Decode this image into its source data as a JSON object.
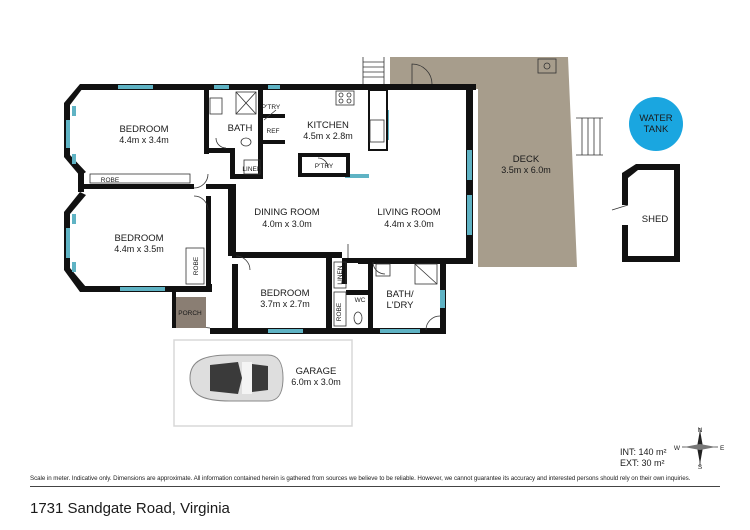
{
  "rooms": {
    "bedroom1": {
      "name": "BEDROOM",
      "dims": "4.4m x 3.4m"
    },
    "bedroom2": {
      "name": "BEDROOM",
      "dims": "4.4m x 3.5m"
    },
    "bedroom3": {
      "name": "BEDROOM",
      "dims": "3.7m x 2.7m"
    },
    "bath": {
      "name": "BATH"
    },
    "kitchen": {
      "name": "KITCHEN",
      "dims": "4.5m x 2.8m"
    },
    "dining": {
      "name": "DINING ROOM",
      "dims": "4.0m x 3.0m"
    },
    "living": {
      "name": "LIVING ROOM",
      "dims": "4.4m x 3.0m"
    },
    "deck": {
      "name": "DECK",
      "dims": "3.5m x 6.0m"
    },
    "garage": {
      "name": "GARAGE",
      "dims": "6.0m x 3.0m"
    },
    "bath_laundry": {
      "name_line1": "BATH/",
      "name_line2": "L'DRY"
    },
    "shed": {
      "name": "SHED"
    },
    "water_tank": {
      "line1": "WATER",
      "line2": "TANK"
    }
  },
  "small_labels": {
    "robe1": "ROBE",
    "robe2": "ROBE",
    "robe3": "ROBE",
    "pantry1": "P'TRY",
    "pantry2": "P'TRY",
    "ref": "REF",
    "linen1": "LINEN",
    "linen2": "LINEN",
    "wc": "WC",
    "porch": "PORCH"
  },
  "compass": {
    "n": "N",
    "s": "S",
    "e": "E",
    "w": "W"
  },
  "footer": {
    "int_area": "INT: 140 m²",
    "ext_area": "EXT: 30 m²",
    "disclaimer": "Scale in meter. Indicative only. Dimensions are approximate. All information contained herein is gathered from sources we believe to be reliable. However, we cannot guarantee its accuracy and interested persons should rely on their own inquiries.",
    "address": "1731 Sandgate Road, Virginia"
  },
  "colors": {
    "wall": "#111111",
    "window": "#5fb3c4",
    "deck": "#a79d8c",
    "water_tank": "#1aa6e0",
    "porch": "#8a7e73",
    "floor": "#ffffff"
  }
}
